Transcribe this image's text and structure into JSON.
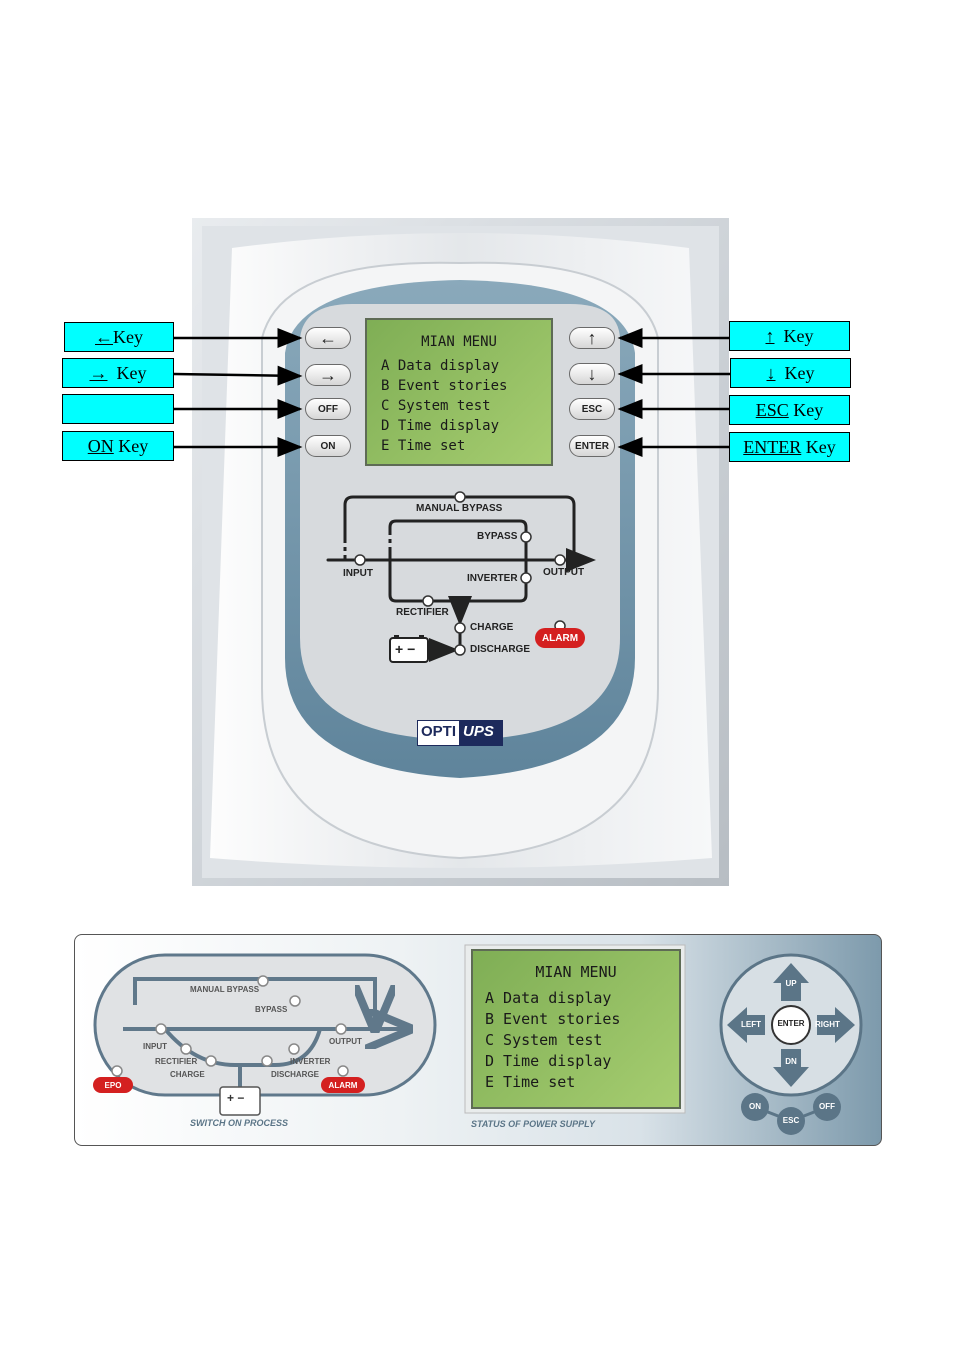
{
  "callouts_left": [
    {
      "key_symbol": "←",
      "key_word": "Key"
    },
    {
      "key_symbol": "→",
      "key_word": "Key"
    },
    {
      "key_symbol": "",
      "key_word": ""
    },
    {
      "key_symbol": "ON",
      "key_word": "Key"
    }
  ],
  "callouts_right": [
    {
      "key_symbol": "↑",
      "key_word": "Key"
    },
    {
      "key_symbol": "↓",
      "key_word": "Key"
    },
    {
      "key_symbol": "ESC",
      "key_word": "Key"
    },
    {
      "key_symbol": "ENTER",
      "key_word": "Key"
    }
  ],
  "lcd": {
    "title": "MIAN MENU",
    "items": [
      "A Data display",
      "B Event stories",
      "C System test",
      "D Time display",
      "E Time set"
    ]
  },
  "panel_buttons": {
    "left_icon": "left-arrow-icon",
    "right_icon": "right-arrow-icon",
    "off": "OFF",
    "on": "ON",
    "up_icon": "up-arrow-icon",
    "down_icon": "down-arrow-icon",
    "esc": "ESC",
    "enter": "ENTER"
  },
  "diagram": {
    "manual_bypass": "MANUAL BYPASS",
    "bypass": "BYPASS",
    "input": "INPUT",
    "output": "OUTPUT",
    "inverter": "INVERTER",
    "rectifier": "RECTIFIER",
    "charge": "CHARGE",
    "discharge": "DISCHARGE",
    "alarm": "ALARM",
    "battery_symbol": "+ −"
  },
  "logo": {
    "left": "OPTI",
    "right": "UPS"
  },
  "bottom_panel": {
    "manual_bypass": "MANUAL BYPASS",
    "bypass": "BYPASS",
    "input": "INPUT",
    "output": "OUTPUT",
    "rectifier": "RECTIFIER",
    "inverter": "INVERTER",
    "charge": "CHARGE",
    "discharge": "DISCHARGE",
    "epo": "EPO",
    "alarm": "ALARM",
    "switch_on_process": "SWITCH ON PROCESS",
    "status_of_power_supply": "STATUS OF POWER SUPPLY",
    "nav": {
      "up": "UP",
      "dn": "DN",
      "left": "LEFT",
      "right": "RIGHT",
      "enter": "ENTER",
      "on": "ON",
      "esc": "ESC",
      "off": "OFF"
    }
  },
  "colors": {
    "callout_bg": "#00ffff",
    "lcd_bg": "#8fbf60",
    "frame_blue": "#6f93a8",
    "alarm_red": "#d42020"
  }
}
